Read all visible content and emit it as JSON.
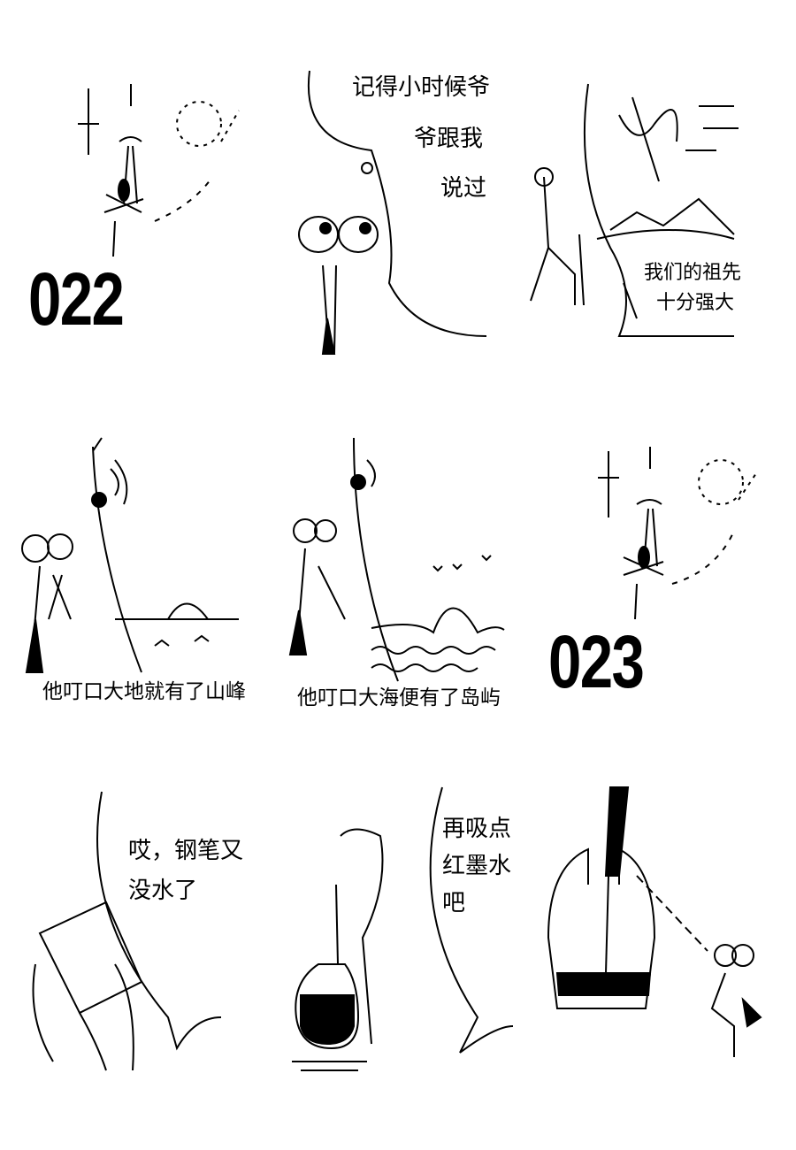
{
  "comic": {
    "episode_a": "022",
    "episode_b": "023",
    "panel2_lines": [
      "记得小时候爷",
      "爷跟我",
      "说过"
    ],
    "panel3_lines": [
      "我们的祖先",
      "十分强大"
    ],
    "panel4_caption": "他叮口大地就有了山峰",
    "panel5_caption": "他叮口大海便有了岛屿",
    "panel7_lines": [
      "哎，钢笔又",
      "没水了"
    ],
    "panel8_lines": [
      "再吸点",
      "红墨水",
      "吧"
    ]
  }
}
